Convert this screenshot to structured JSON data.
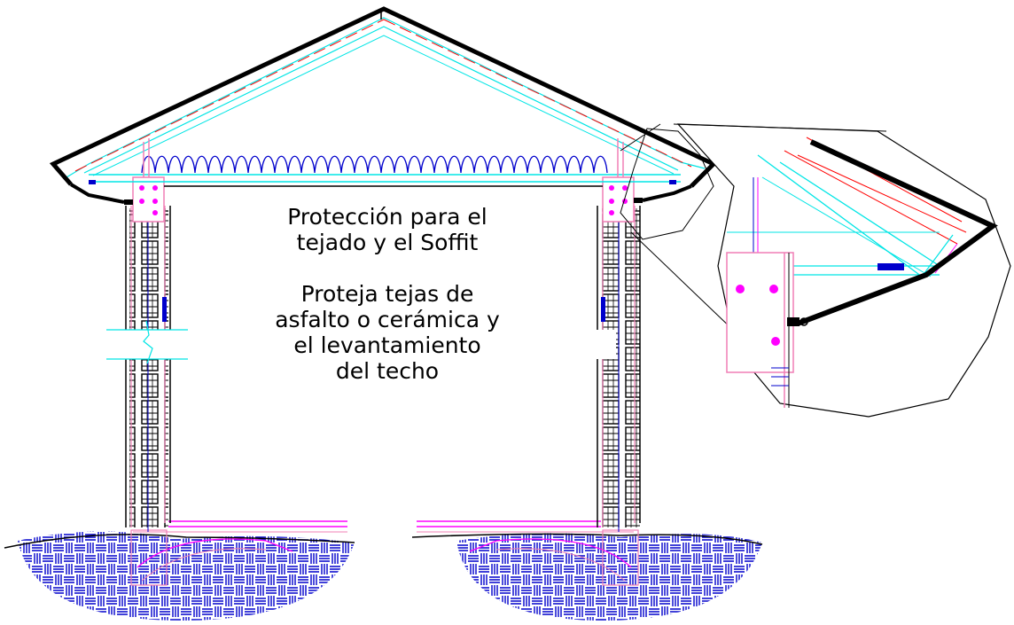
{
  "caption": {
    "line1": "Protección para el",
    "line2": "tejado y el Soffit",
    "line3": "Proteja tejas de",
    "line4": "asfalto o cerámica y",
    "line5": "el levantamiento",
    "line6": "del techo"
  },
  "colors": {
    "roof": "#000000",
    "cyan": "#00e5e5",
    "red": "#ff0000",
    "magenta": "#ff00ff",
    "blue": "#0000cc",
    "pink": "#f07fb5",
    "outline": "#000000"
  }
}
